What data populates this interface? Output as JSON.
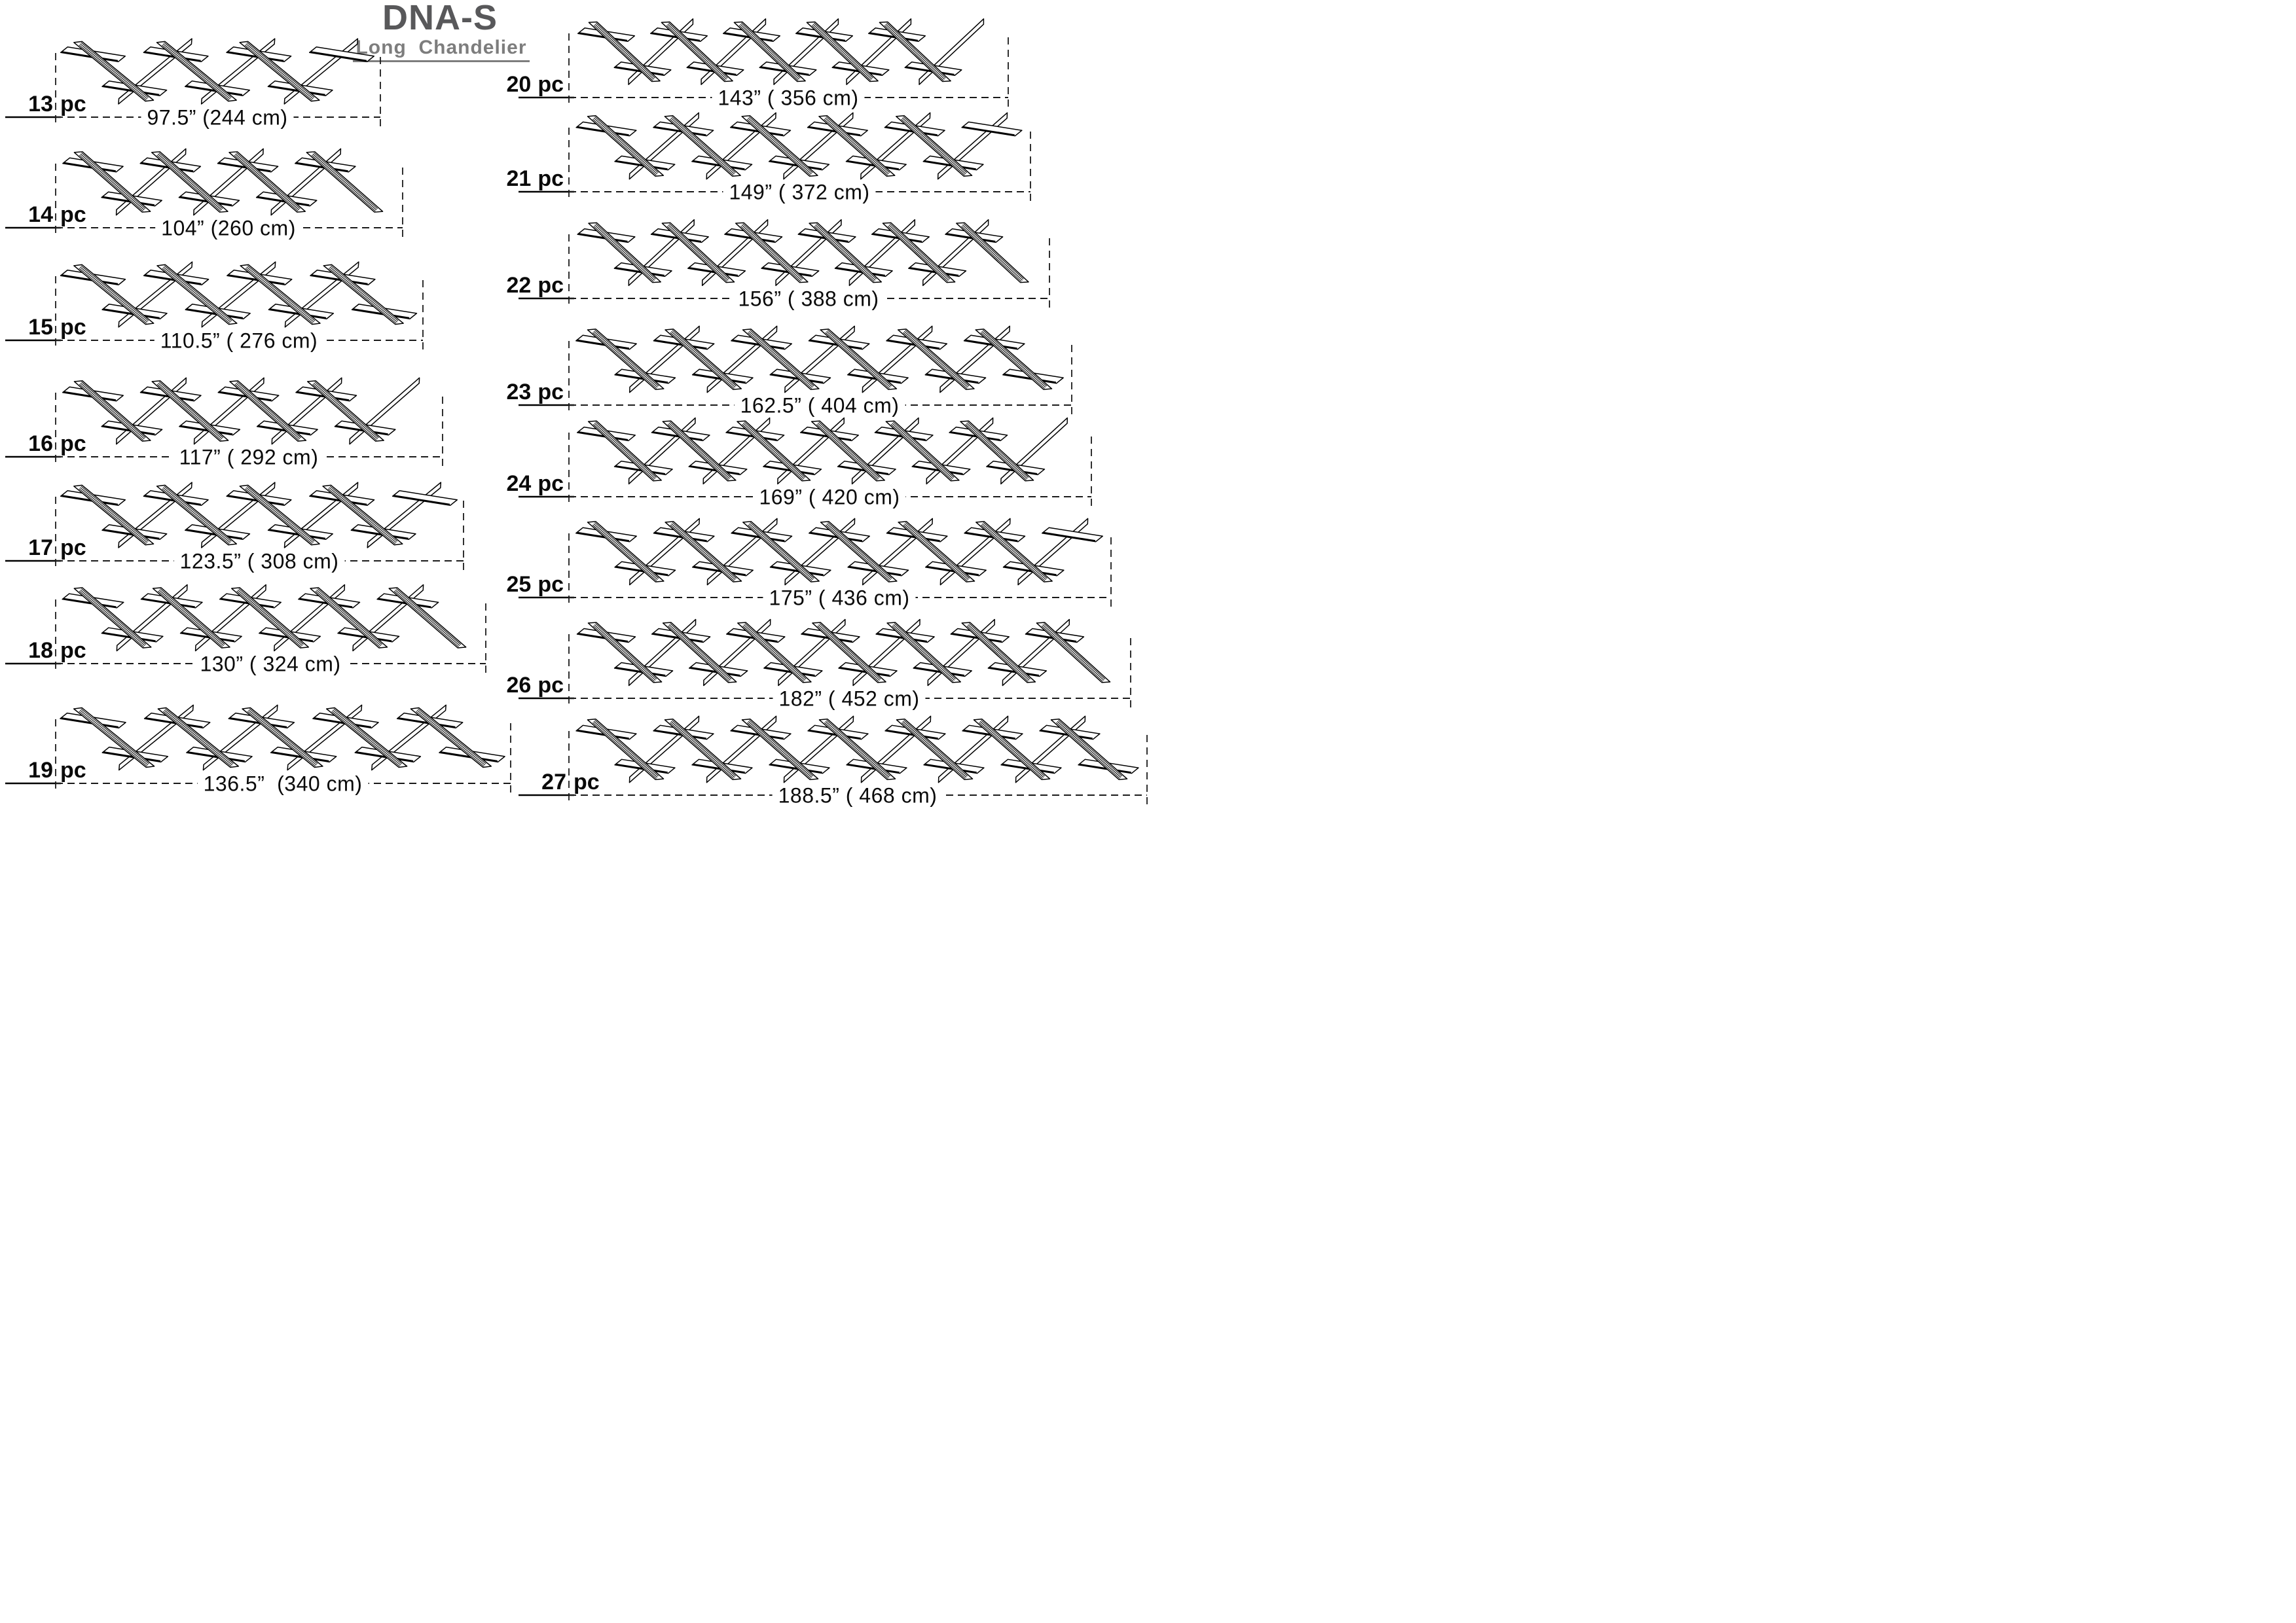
{
  "title": "DNA-S",
  "subtitle": "Long  Chandelier",
  "unit_label": "pc",
  "colors": {
    "title": "#58585a",
    "subtitle": "#7d7d7d",
    "line": "#000000",
    "background": "#ffffff"
  },
  "rows": [
    {
      "pieces": 13,
      "label": "13",
      "dimension": "97.5” (244 cm)"
    },
    {
      "pieces": 14,
      "label": "14",
      "dimension": "104” (260 cm)"
    },
    {
      "pieces": 15,
      "label": "15",
      "dimension": "110.5” ( 276 cm)"
    },
    {
      "pieces": 16,
      "label": "16",
      "dimension": "117” ( 292 cm)"
    },
    {
      "pieces": 17,
      "label": "17",
      "dimension": "123.5” ( 308 cm)"
    },
    {
      "pieces": 18,
      "label": "18",
      "dimension": "130” ( 324 cm)"
    },
    {
      "pieces": 19,
      "label": "19",
      "dimension": "136.5”  (340 cm)"
    },
    {
      "pieces": 20,
      "label": "20",
      "dimension": "143” ( 356 cm)"
    },
    {
      "pieces": 21,
      "label": "21",
      "dimension": "149” ( 372 cm)"
    },
    {
      "pieces": 22,
      "label": "22",
      "dimension": "156” ( 388 cm)"
    },
    {
      "pieces": 23,
      "label": "23",
      "dimension": "162.5” ( 404 cm)"
    },
    {
      "pieces": 24,
      "label": "24",
      "dimension": "169” ( 420 cm)"
    },
    {
      "pieces": 25,
      "label": "25",
      "dimension": "175” ( 436 cm)"
    },
    {
      "pieces": 26,
      "label": "26",
      "dimension": "182” ( 452 cm)"
    },
    {
      "pieces": 27,
      "label": "27",
      "dimension": "188.5” ( 468 cm)"
    }
  ]
}
